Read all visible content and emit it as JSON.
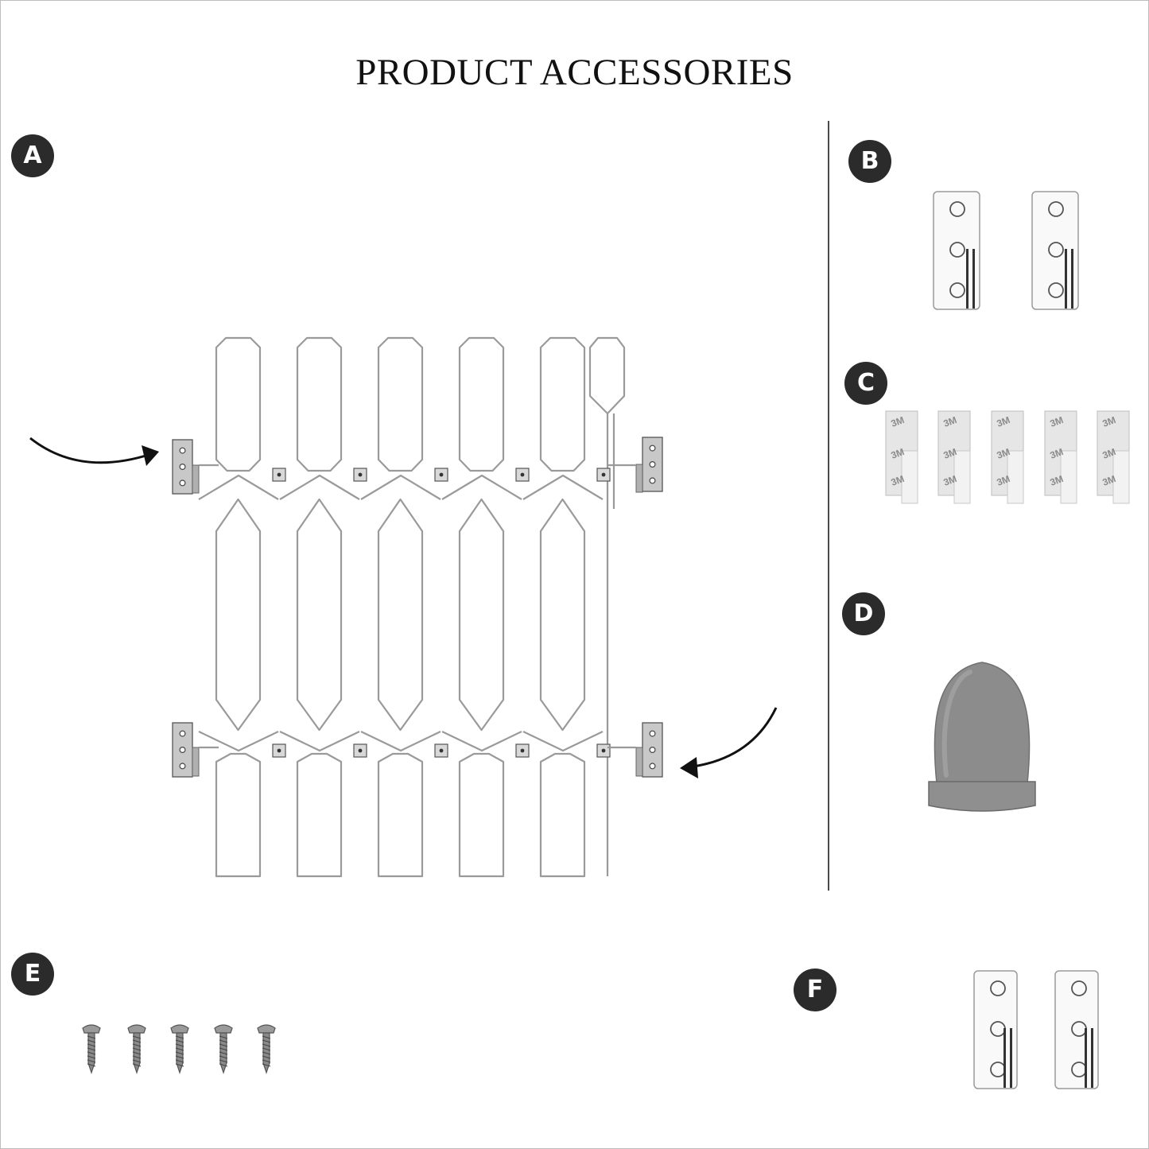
{
  "title": "PRODUCT ACCESSORIES",
  "labels": {
    "a": "A",
    "b": "B",
    "c": "C",
    "d": "D",
    "e": "E",
    "f": "F"
  },
  "tape_text": "3M",
  "colors": {
    "badge": "#2b2b2b",
    "wire": "#9a9a9a",
    "bracket": "#c8c8c8",
    "cap": "#8c8c8c",
    "screw": "#8a8a8a"
  }
}
